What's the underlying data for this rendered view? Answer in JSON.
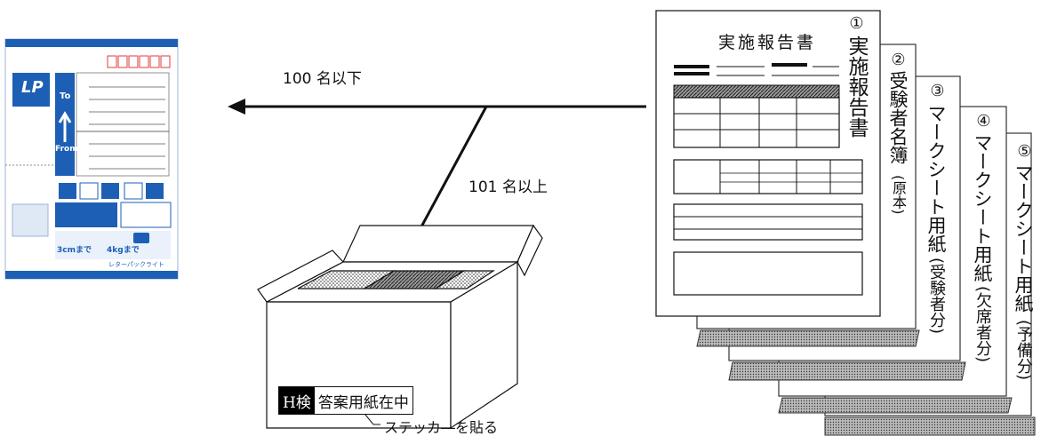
{
  "routes": {
    "small": "100 名以下",
    "large": "101 名以上"
  },
  "sheet": {
    "title": "実施報告書"
  },
  "documents": [
    {
      "num": "①",
      "text": "実施報告書",
      "paren": ""
    },
    {
      "num": "②",
      "text": "受験者名簿",
      "paren": "(原本)"
    },
    {
      "num": "③",
      "text": "マークシート用紙",
      "paren": "(受験者分)"
    },
    {
      "num": "④",
      "text": "マークシート用紙",
      "paren": "(欠席者分)"
    },
    {
      "num": "⑤",
      "text": "マークシート用紙",
      "paren": "(予備分)"
    }
  ],
  "sticker": {
    "prefix": "H検",
    "text": "答案用紙在中",
    "note": "ステッカ―を貼る"
  },
  "envelope": {
    "to_label": "To",
    "from_label": "From",
    "price_3cm": "3cmまで",
    "price_4kg": "4kgまで",
    "brand": "レターパックライト",
    "logo": "LP"
  },
  "colors": {
    "envelope_blue": "#1d5fb4",
    "stamp_red": "#e23b3b",
    "ink": "#111111"
  }
}
